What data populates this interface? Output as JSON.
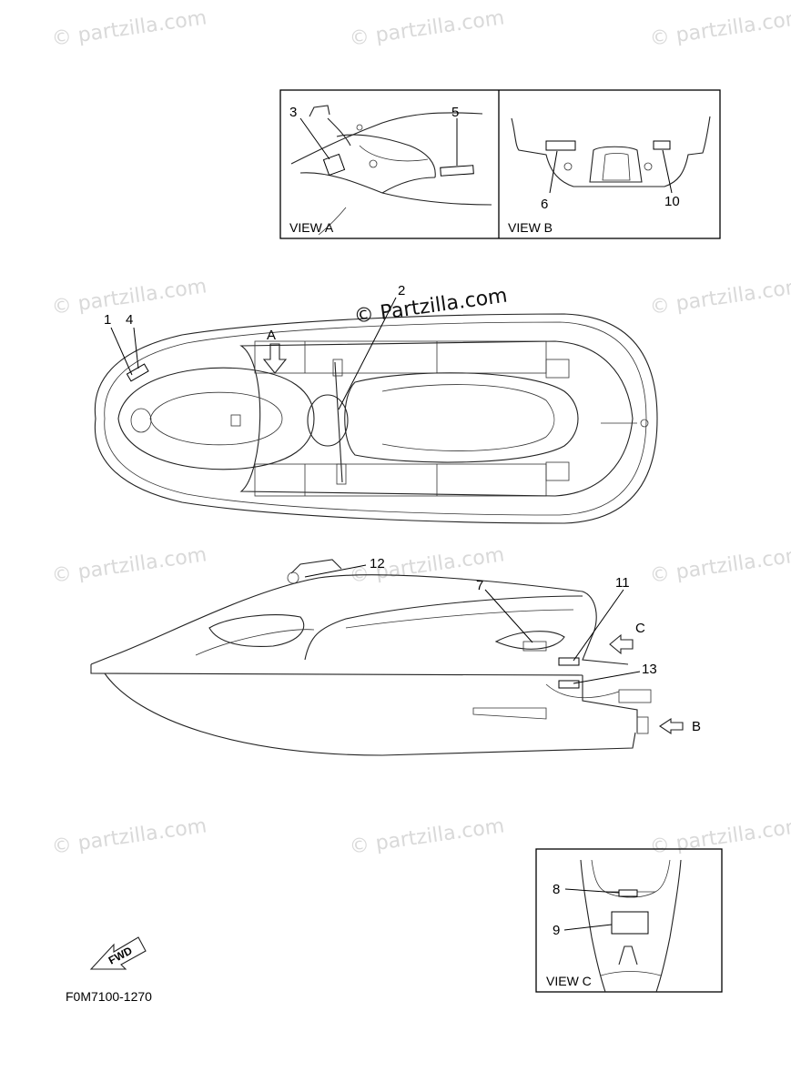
{
  "watermark": {
    "text": "© Partzilla.com",
    "faint_text": "© partzilla.com"
  },
  "views": {
    "view_a": "VIEW A",
    "view_b": "VIEW B",
    "view_c": "VIEW C"
  },
  "arrows": {
    "a": "A",
    "b": "B",
    "c": "C",
    "fwd": "FWD"
  },
  "callouts": [
    "1",
    "2",
    "3",
    "4",
    "5",
    "6",
    "7",
    "8",
    "9",
    "10",
    "11",
    "12",
    "13"
  ],
  "figure_code": "F0M7100-1270"
}
